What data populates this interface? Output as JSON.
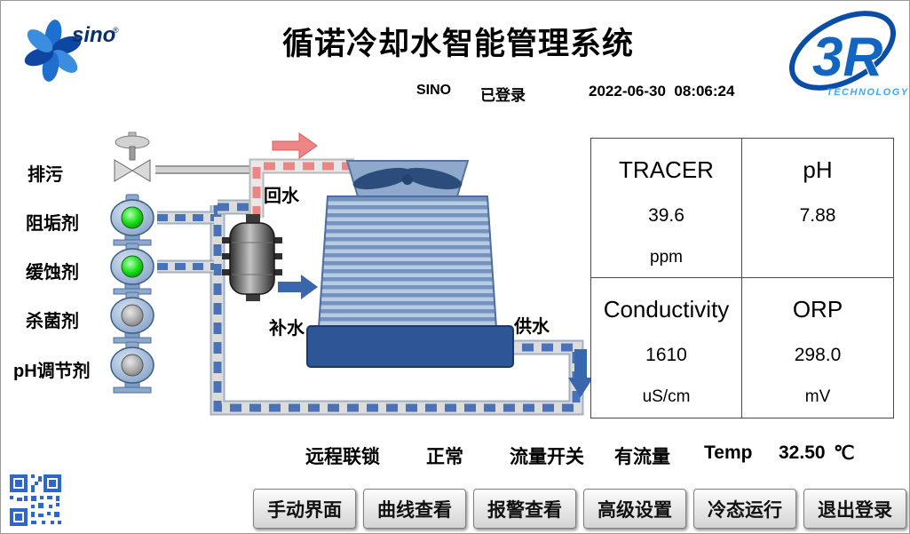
{
  "header": {
    "title": "循诺冷却水智能管理系统",
    "user": "SINO",
    "login_status": "已登录",
    "datetime": "2022-06-30  08:06:24"
  },
  "logos": {
    "sino_text": "sino",
    "r3_text": "3R",
    "r3_sub": "TECHNOLOGY"
  },
  "chemicals": [
    {
      "label": "排污",
      "type": "valve",
      "state": "closed"
    },
    {
      "label": "阻垢剂",
      "type": "dosing-pump",
      "state": "on"
    },
    {
      "label": "缓蚀剂",
      "type": "dosing-pump",
      "state": "on"
    },
    {
      "label": "杀菌剂",
      "type": "dosing-pump",
      "state": "off"
    },
    {
      "label": "pH调节剂",
      "type": "dosing-pump",
      "state": "off"
    }
  ],
  "flow_labels": {
    "return": "回水",
    "makeup": "补水",
    "supply": "供水"
  },
  "measurements": [
    {
      "label": "TRACER",
      "value": "39.6",
      "unit": "ppm"
    },
    {
      "label": "pH",
      "value": "7.88",
      "unit": ""
    },
    {
      "label": "Conductivity",
      "value": "1610",
      "unit": "uS/cm"
    },
    {
      "label": "ORP",
      "value": "298.0",
      "unit": "mV"
    }
  ],
  "status": {
    "interlock_label": "远程联锁",
    "interlock_value": "正常",
    "flow_label": "流量开关",
    "flow_value": "有流量",
    "temp_label": "Temp",
    "temp_value": "32.50",
    "temp_unit": "℃"
  },
  "buttons": [
    "手动界面",
    "曲线查看",
    "报警查看",
    "高级设置",
    "冷态运行",
    "退出登录"
  ],
  "colors": {
    "pipe_blue": "#4a72b8",
    "pipe_red": "#ec8585",
    "pump_on_green": "#1ae01a",
    "pump_off_gray": "#a8a8a8",
    "basin_blue": "#2e5596",
    "logo_blue": "#1266c0"
  }
}
